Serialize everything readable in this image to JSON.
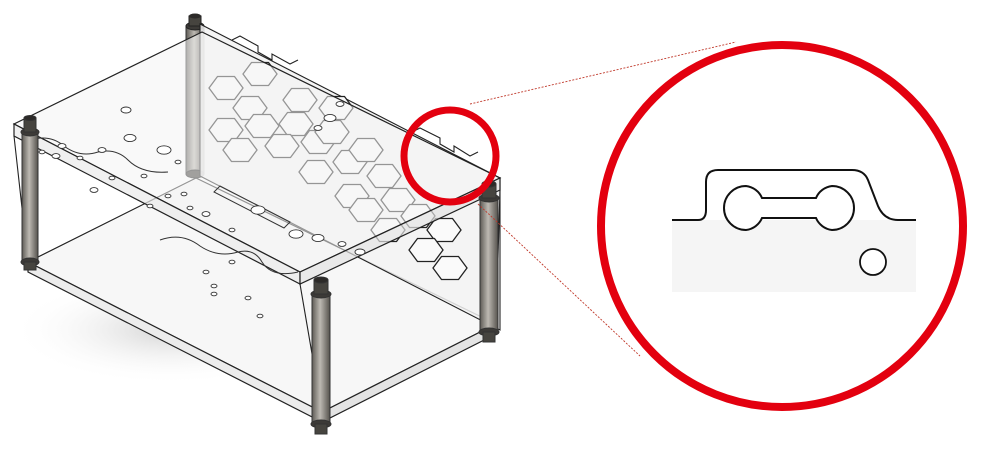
{
  "figure": {
    "colors": {
      "highlight": "#e3000f",
      "leader": "#c0392b",
      "outline": "#222222",
      "acrylic": "#f4f4f4",
      "spacer": "#8f8c86",
      "spacer_dark": "#4a4844",
      "shadow": "#d8d8d8"
    },
    "parts": [
      "acrylic-base-plate",
      "acrylic-top-plate",
      "honeycomb-side-panel",
      "standoff-spacers",
      "dogbone-slot"
    ]
  }
}
